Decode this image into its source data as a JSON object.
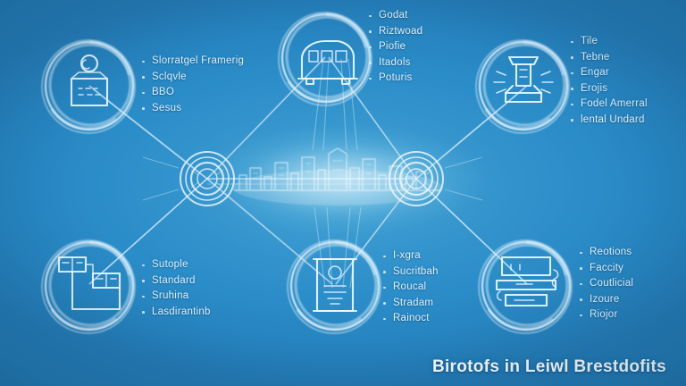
{
  "diagram": {
    "title": "Birotofs in Leiwl Brestdofits",
    "background_color": "#2a8cc8",
    "accent_color": "#eaf6fd",
    "center": {
      "name": "city-skyline-hub",
      "icon": "city-skyline-icon",
      "hub_left_icon": "circular-hub-node-icon",
      "hub_right_icon": "circular-hub-node-icon"
    },
    "nodes": [
      {
        "id": "node-top-left",
        "icon": "briefcase-badge-icon",
        "items": [
          "Slorratgel Framerig",
          "Sclqvle",
          "BBO",
          "Sesus"
        ]
      },
      {
        "id": "node-top-center",
        "icon": "bus-vehicle-icon",
        "items": [
          "Godat",
          "Riztwoad",
          "Piofie",
          "Itadols",
          "Poturis"
        ]
      },
      {
        "id": "node-top-right",
        "icon": "beacon-lamp-icon",
        "items": [
          "Tile",
          "Tebne",
          "Engar",
          "Erojis",
          "Fodel Amerral",
          "lental Undard"
        ]
      },
      {
        "id": "node-bottom-left",
        "icon": "network-nodes-icon",
        "items": [
          "Sutople",
          "Standard",
          "Sruhina",
          "Lasdirantinb"
        ]
      },
      {
        "id": "node-bottom-center",
        "icon": "certificate-document-icon",
        "items": [
          "I-xgra",
          "Sucritbah",
          "Roucal",
          "Stradam",
          "Rainoct"
        ]
      },
      {
        "id": "node-bottom-right",
        "icon": "server-stack-icon",
        "items": [
          "Reotions",
          "Faccity",
          "Coutlicial",
          "Izoure",
          "Riojor"
        ]
      }
    ]
  }
}
